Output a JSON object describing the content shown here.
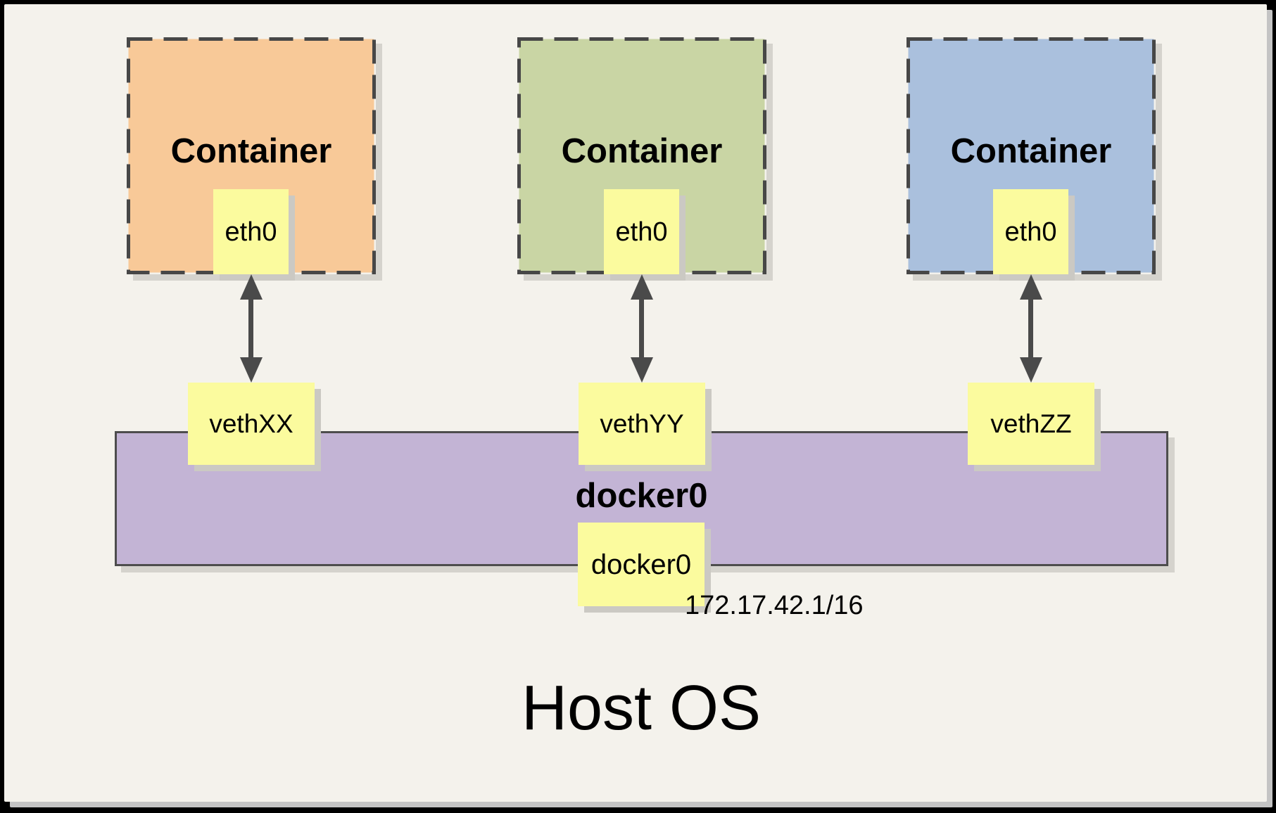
{
  "diagram": {
    "host_label": "Host OS",
    "bridge": {
      "name": "docker0",
      "interface_label": "docker0",
      "ip": "172.17.42.1/16",
      "fill_color": "#C3B4D5"
    },
    "containers": [
      {
        "label": "Container",
        "interface": "eth0",
        "veth": "vethXX",
        "fill_color": "#F8C998"
      },
      {
        "label": "Container",
        "interface": "eth0",
        "veth": "vethYY",
        "fill_color": "#C9D5A4"
      },
      {
        "label": "Container",
        "interface": "eth0",
        "veth": "vethZZ",
        "fill_color": "#AAC0DD"
      }
    ],
    "colors": {
      "panel_background": "#F4F2EC",
      "frame": "#000000",
      "node_fill": "#FBFB9E",
      "dashed_border": "#474747",
      "arrow": "#4A4A4A",
      "shadow": "#CBC9C3"
    }
  }
}
